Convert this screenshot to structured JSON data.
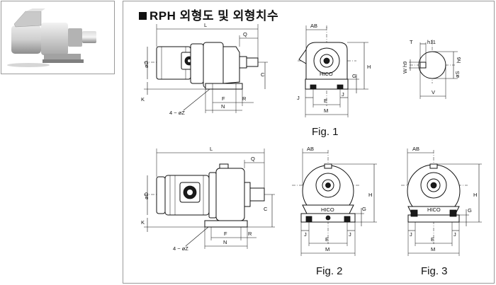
{
  "header": {
    "title": "RPH 외형도 및 외형치수"
  },
  "figures": [
    {
      "label": "Fig. 1"
    },
    {
      "label": "Fig. 2"
    },
    {
      "label": "Fig. 3"
    }
  ],
  "dim_labels": {
    "L": "L",
    "Q": "Q",
    "AB": "AB",
    "H": "H",
    "C": "C",
    "D": "øD",
    "K": "K",
    "F": "F",
    "N": "N",
    "R": "R",
    "Z": "4 − øZ",
    "E": "E",
    "M": "M",
    "J": "J",
    "G": "G",
    "T": "T",
    "h11": "h11",
    "W": "W",
    "h9": "h9",
    "S": "øS",
    "h6": "h6",
    "V": "V"
  },
  "nameplate": "HICO"
}
